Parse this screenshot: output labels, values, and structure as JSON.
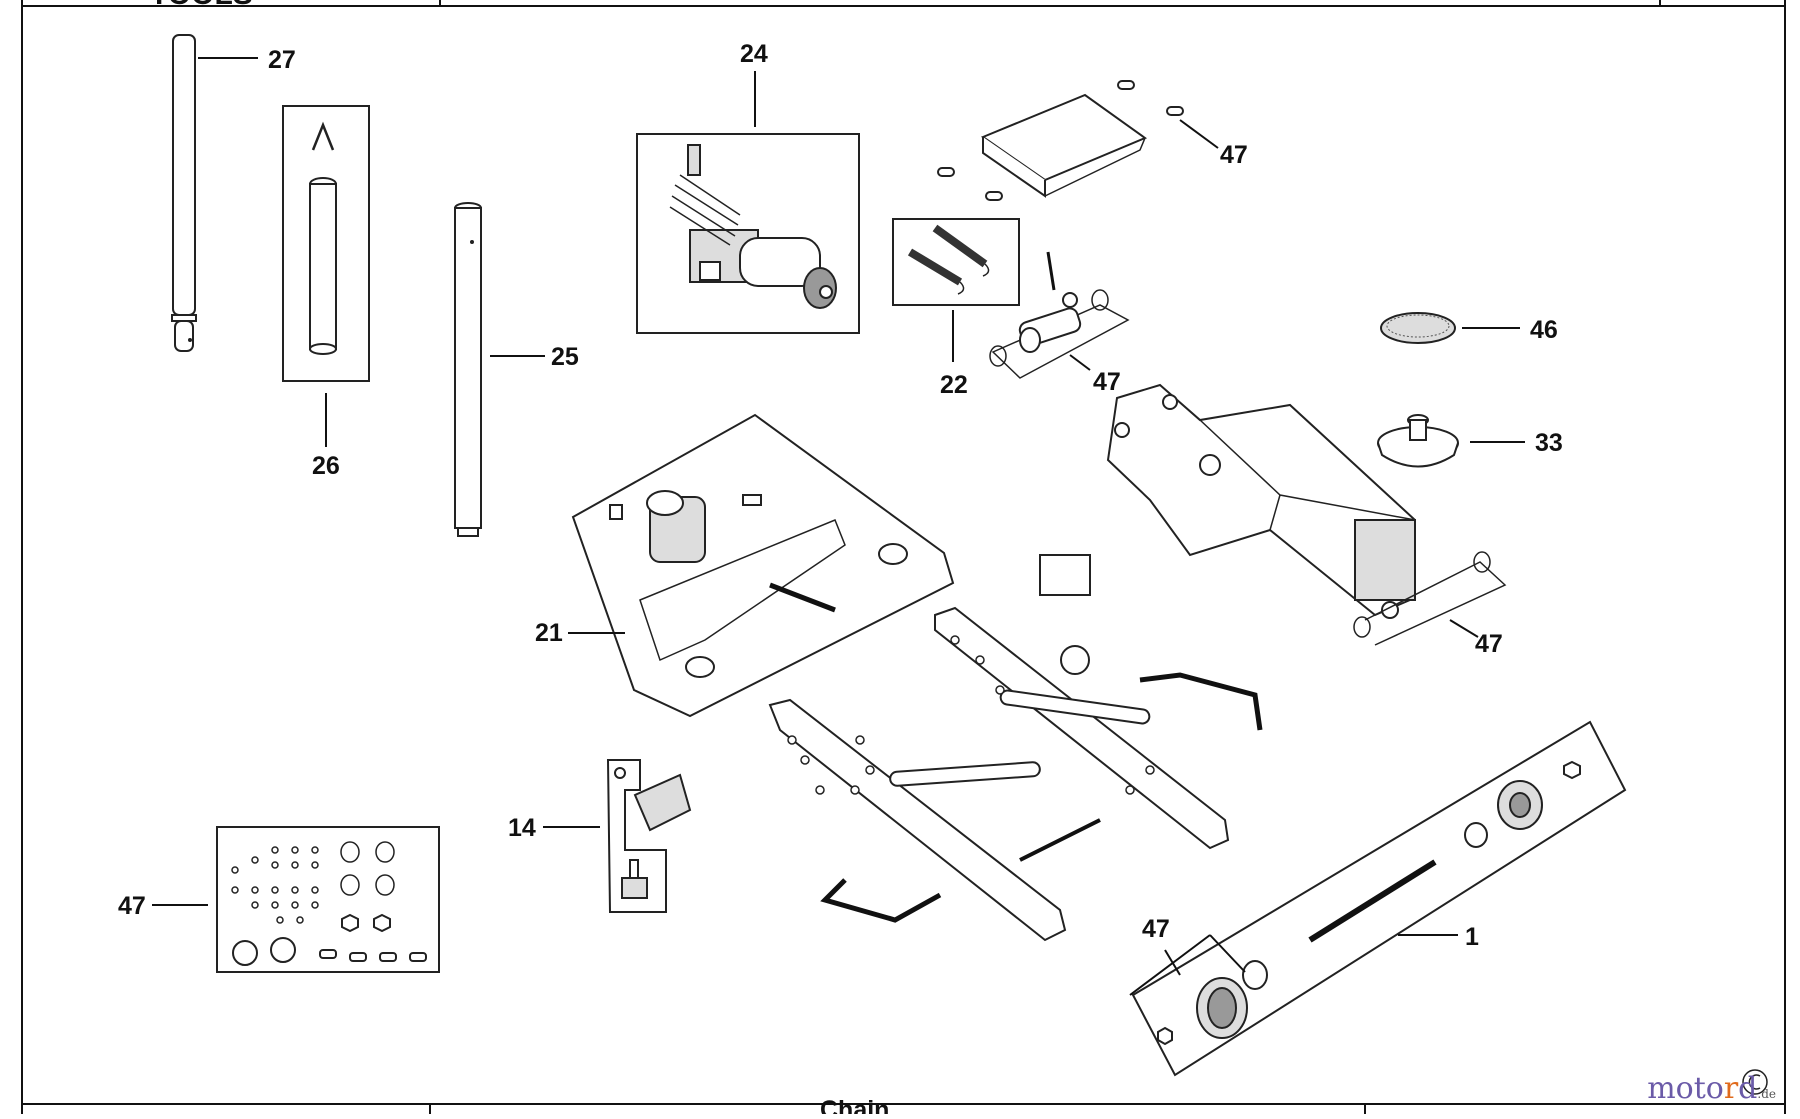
{
  "diagram": {
    "callouts": {
      "c1": "1",
      "c14": "14",
      "c21": "21",
      "c22": "22",
      "c24": "24",
      "c25": "25",
      "c26": "26",
      "c27": "27",
      "c33": "33",
      "c46": "46",
      "c47_top": "47",
      "c47_pin": "47",
      "c47_arm": "47",
      "c47_kit": "47",
      "c47_wheel": "47"
    },
    "header_fragment": "TOOLS",
    "footer_fragment": "Chain"
  },
  "watermark": {
    "text_a": "moto",
    "text_b": "r",
    "text_c": "d",
    "domain_suffix": ".de"
  }
}
